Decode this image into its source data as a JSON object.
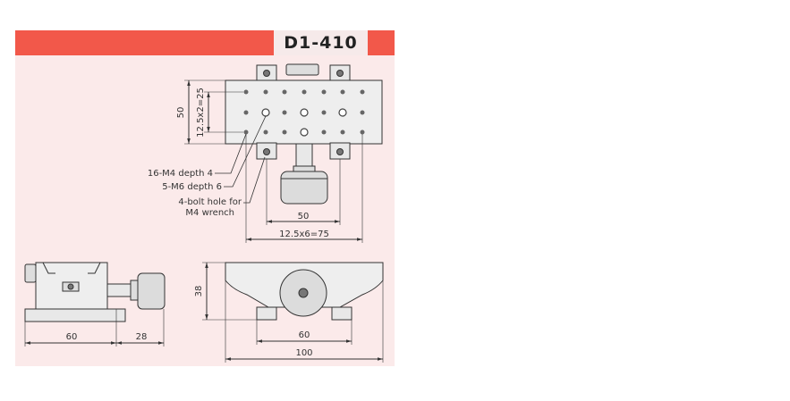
{
  "header": {
    "model": "D1-410",
    "accent_color": "#f2584a",
    "panel_color": "#fbeaea"
  },
  "top_view": {
    "dim_height": "50",
    "dim_pitch_vertical": "12.5x2=25",
    "callout_m4": "16-M4 depth 4",
    "callout_m6": "5-M6 depth 6",
    "callout_bolt_line1": "4-bolt hole for",
    "callout_bolt_line2": "M4 wrench",
    "dim_bolt_spacing": "50",
    "dim_pitch_horizontal": "12.5x6=75"
  },
  "side_view": {
    "dim_base": "60",
    "dim_knob": "28"
  },
  "front_view": {
    "dim_height": "38",
    "dim_bolt_spacing": "60",
    "dim_width": "100"
  }
}
